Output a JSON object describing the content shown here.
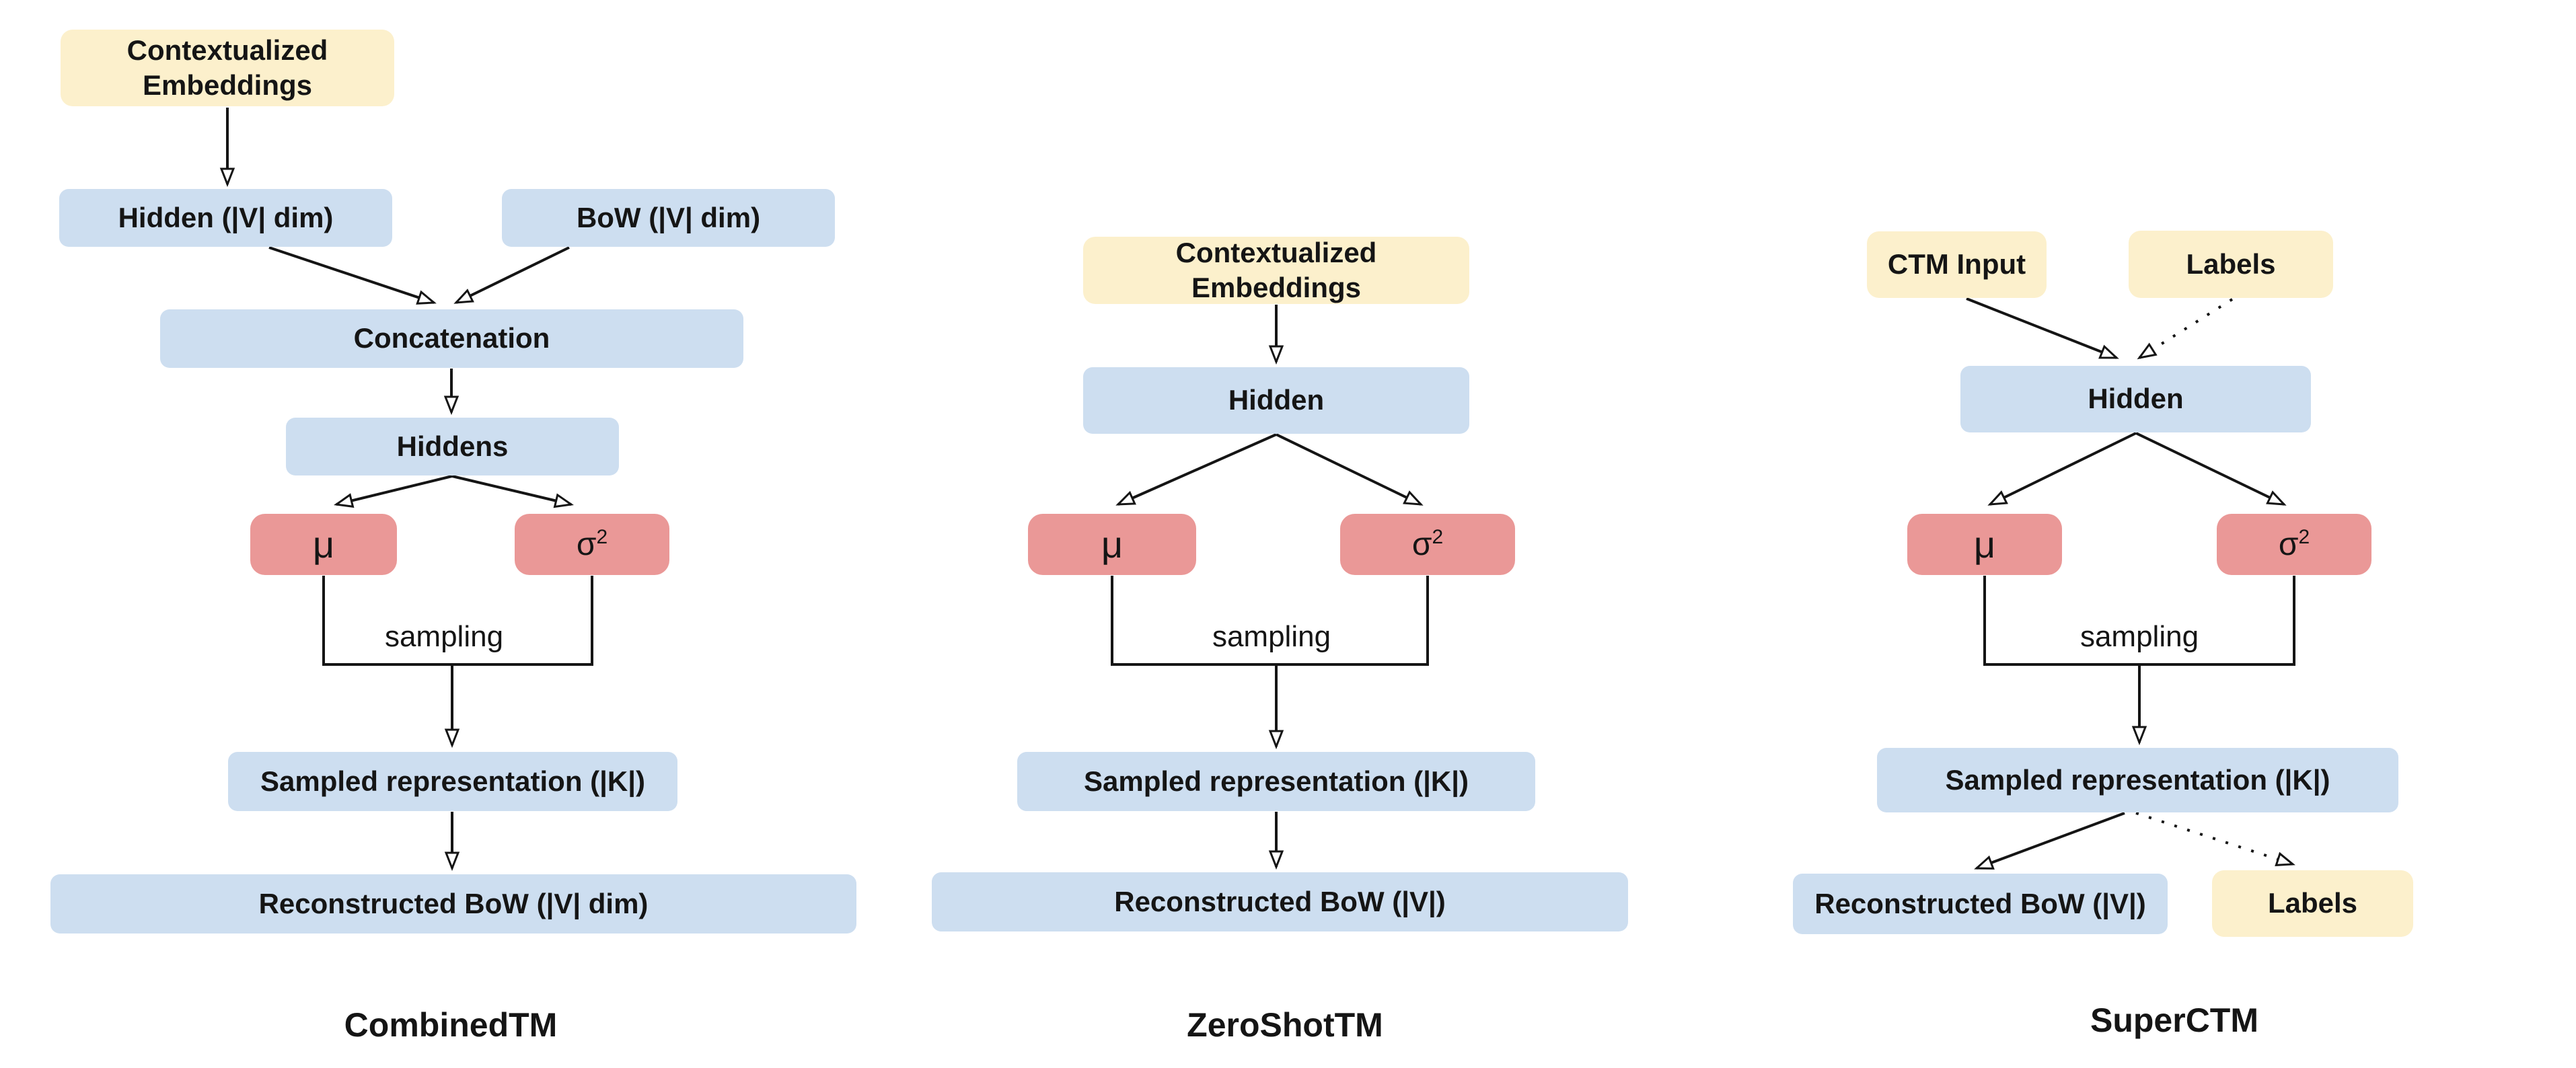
{
  "page": {
    "background": "#FFFFFF"
  },
  "palette": {
    "input_fill": "#FCF0CC",
    "dense_fill": "#CDDEF0",
    "param_fill": "#EA9897",
    "line_color": "#151515",
    "text_color": "#151515"
  },
  "columns": [
    {
      "title": "CombinedTM",
      "nodes": {
        "contextualized_embeddings": "Contextualized\nEmbeddings",
        "hidden": "Hidden (|V| dim)",
        "bow": "BoW (|V| dim)",
        "concatenation": "Concatenation",
        "hiddens": "Hiddens",
        "mu": "μ",
        "sigma_base": "σ",
        "sigma_exp": "2",
        "sampling": "sampling",
        "sampled_representation": "Sampled representation (|K|)",
        "reconstructed_bow": "Reconstructed BoW (|V| dim)"
      }
    },
    {
      "title": "ZeroShotTM",
      "nodes": {
        "contextualized_embeddings": "Contextualized\nEmbeddings",
        "hidden": "Hidden",
        "mu": "μ",
        "sigma_base": "σ",
        "sigma_exp": "2",
        "sampling": "sampling",
        "sampled_representation": "Sampled representation (|K|)",
        "reconstructed_bow": "Reconstructed BoW (|V|)"
      }
    },
    {
      "title": "SuperCTM",
      "nodes": {
        "ctm_input": "CTM Input",
        "labels_top": "Labels",
        "hidden": "Hidden",
        "mu": "μ",
        "sigma_base": "σ",
        "sigma_exp": "2",
        "sampling": "sampling",
        "sampled_representation": "Sampled representation (|K|)",
        "reconstructed_bow": "Reconstructed BoW (|V|)",
        "labels_bottom": "Labels"
      }
    }
  ]
}
